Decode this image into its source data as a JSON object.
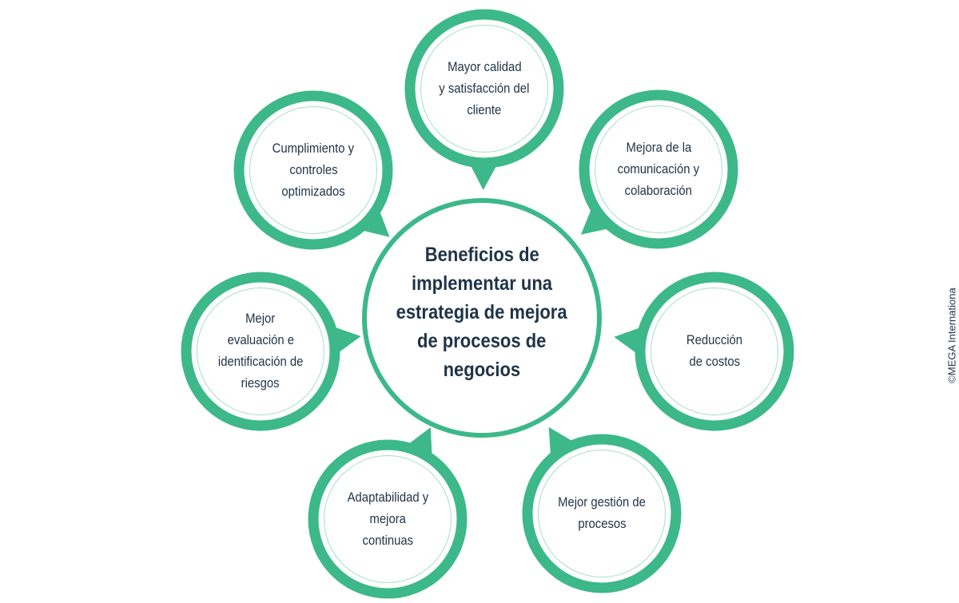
{
  "colors": {
    "ring": "#3cb88a",
    "text": "#1f3347",
    "background": "#ffffff"
  },
  "center": {
    "lines": [
      "Beneficios de",
      "implementar una",
      "estrategia de mejora",
      "de procesos de",
      "negocios"
    ]
  },
  "benefits": [
    {
      "id": "calidad",
      "lines": [
        "Mayor calidad",
        "y satisfacción del",
        "cliente"
      ]
    },
    {
      "id": "comunicacion",
      "lines": [
        "Mejora de la",
        "comunicación y",
        "colaboración"
      ]
    },
    {
      "id": "costos",
      "lines": [
        "Reducción",
        "de costos"
      ]
    },
    {
      "id": "gestion",
      "lines": [
        "Mejor gestión de",
        "procesos"
      ]
    },
    {
      "id": "adaptabilidad",
      "lines": [
        "Adaptabilidad y",
        "mejora",
        "continuas"
      ]
    },
    {
      "id": "riesgos",
      "lines": [
        "Mejor",
        "evaluación e",
        "identificación de",
        "riesgos"
      ]
    },
    {
      "id": "cumplimiento",
      "lines": [
        "Cumplimiento y",
        "controles",
        "optimizados"
      ]
    }
  ],
  "copyright": "©MEGA Internationa"
}
